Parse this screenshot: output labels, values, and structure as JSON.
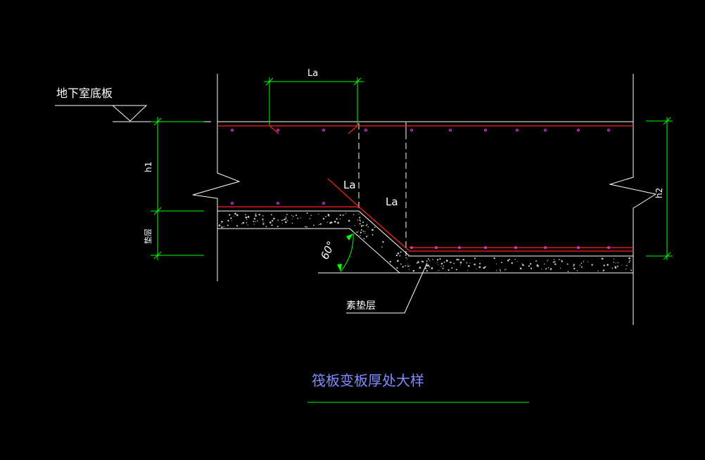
{
  "drawing": {
    "title": "筏板变板厚处大样",
    "labels": {
      "basement_floor": "地下室底板",
      "h1": "h1",
      "h2": "h2",
      "cushion_dim": "垫层",
      "plain_cushion": "素垫层",
      "la_top": "La",
      "la_diag": "La",
      "la_bottom": "La",
      "angle": "60°"
    },
    "colors": {
      "background": "#000000",
      "outline": "#ffffff",
      "rebar": "#ff2020",
      "dimension": "#00ff00",
      "rebar_dots": "#ff40ff",
      "title": "#7f8cff"
    }
  }
}
